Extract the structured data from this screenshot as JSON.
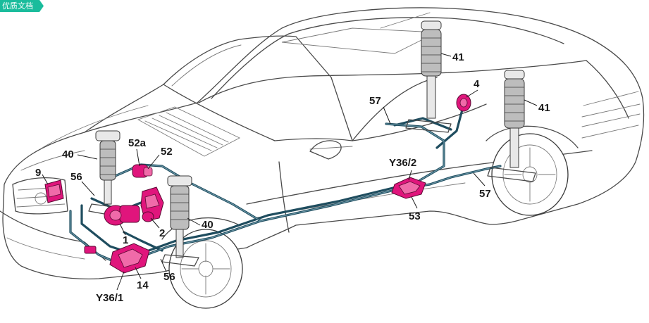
{
  "watermark": {
    "text": "优质文档",
    "color": "#1abc9c"
  },
  "diagram": {
    "accent_color": "#e0157c",
    "pipe_color": "#1f4d5f",
    "labels": [
      {
        "id": "41a",
        "text": "41"
      },
      {
        "id": "4",
        "text": "4"
      },
      {
        "id": "41b",
        "text": "41"
      },
      {
        "id": "57a",
        "text": "57"
      },
      {
        "id": "y36-2",
        "text": "Y36/2"
      },
      {
        "id": "57b",
        "text": "57"
      },
      {
        "id": "53",
        "text": "53"
      },
      {
        "id": "52a",
        "text": "52a"
      },
      {
        "id": "52",
        "text": "52"
      },
      {
        "id": "40a",
        "text": "40"
      },
      {
        "id": "9",
        "text": "9"
      },
      {
        "id": "56a",
        "text": "56"
      },
      {
        "id": "2",
        "text": "2"
      },
      {
        "id": "40b",
        "text": "40"
      },
      {
        "id": "1",
        "text": "1"
      },
      {
        "id": "56b",
        "text": "56"
      },
      {
        "id": "14",
        "text": "14"
      },
      {
        "id": "y36-1",
        "text": "Y36/1"
      }
    ]
  }
}
